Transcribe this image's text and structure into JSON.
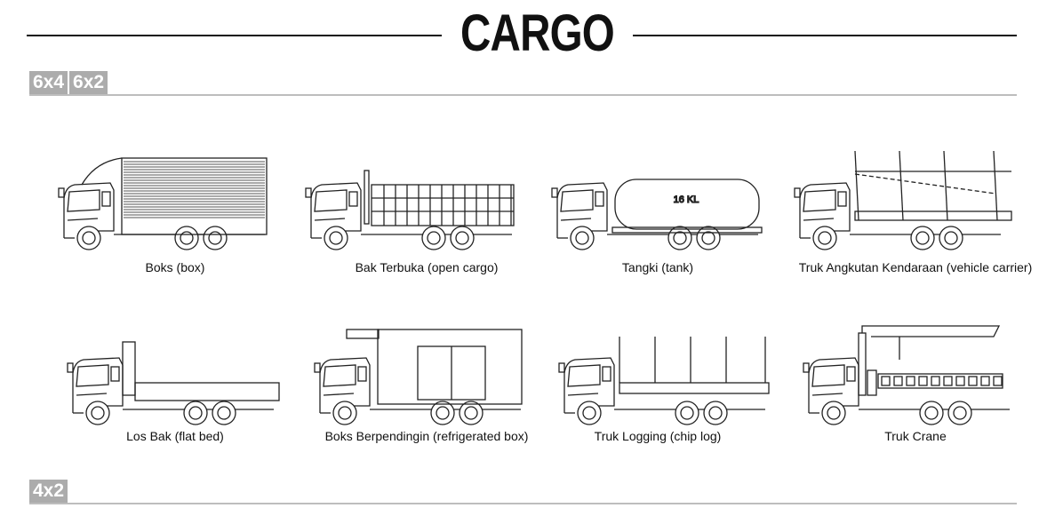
{
  "title": "CARGO",
  "sections": [
    {
      "badges": [
        "6x4",
        "6x2"
      ]
    },
    {
      "badges": [
        "4x2"
      ]
    }
  ],
  "vehicles": [
    {
      "type": "box",
      "label": "Boks (box)"
    },
    {
      "type": "open",
      "label": "Bak Terbuka (open cargo)"
    },
    {
      "type": "tank",
      "label": "Tangki (tank)",
      "tank_text": "16 KL"
    },
    {
      "type": "carrier",
      "label": "Truk Angkutan Kendaraan (vehicle carrier)"
    },
    {
      "type": "flatbed",
      "label": "Los Bak (flat bed)"
    },
    {
      "type": "reefer",
      "label": "Boks Berpendingin (refrigerated box)"
    },
    {
      "type": "logging",
      "label": "Truk Logging (chip log)"
    },
    {
      "type": "crane",
      "label": "Truk Crane"
    }
  ]
}
